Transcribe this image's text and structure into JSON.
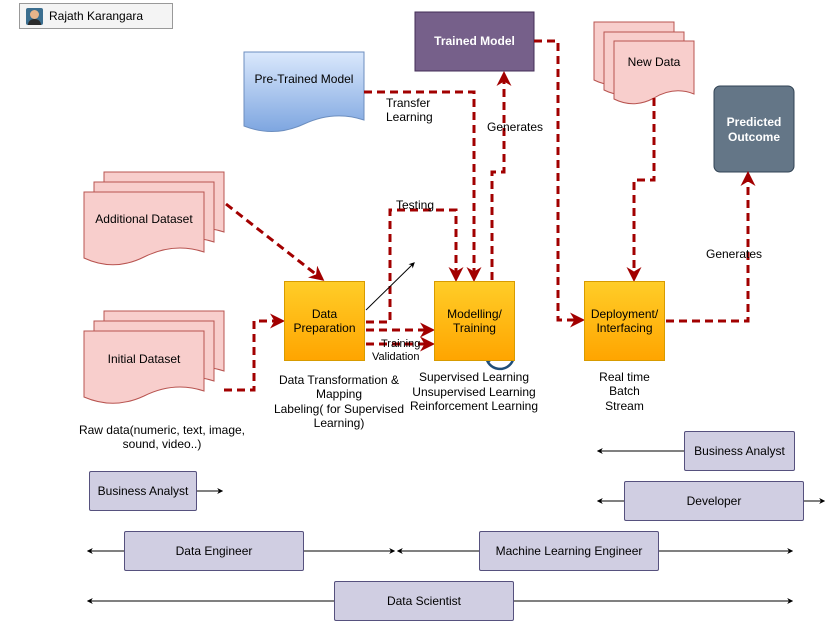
{
  "user": {
    "name": "Rajath Karangara",
    "icon": "avatar-icon"
  },
  "nodes": {
    "trained_model": "Trained Model",
    "pretrained_model": "Pre-Trained Model",
    "new_data": "New Data",
    "predicted_outcome_1": "Predicted",
    "predicted_outcome_2": "Outcome",
    "additional_dataset": "Additional Dataset",
    "initial_dataset": "Initial Dataset",
    "data_prep_1": "Data",
    "data_prep_2": "Preparation",
    "modelling_1": "Modelling/",
    "modelling_2": "Training",
    "deployment_1": "Deployment/",
    "deployment_2": "Interfacing"
  },
  "edge_labels": {
    "transfer_1": "Transfer",
    "transfer_2": "Learning",
    "generates_model": "Generates",
    "testing": "Testing",
    "training": "Training",
    "validation": "Validation",
    "generates_outcome": "Generates"
  },
  "captions": {
    "raw_1": "Raw data(numeric, text, image,",
    "raw_2": "sound, video..)",
    "prep_1": "Data Transformation &",
    "prep_2": "Mapping",
    "prep_3": "Labeling( for Supervised",
    "prep_4": "Learning)",
    "model_1": "Supervised Learning",
    "model_2": "Unsupervised Learning",
    "model_3": "Reinforcement Learning",
    "deploy_1": "Real time",
    "deploy_2": "Batch",
    "deploy_3": "Stream"
  },
  "roles": {
    "business_analyst_left": "Business Analyst",
    "business_analyst_right": "Business Analyst",
    "developer": "Developer",
    "data_engineer": "Data Engineer",
    "ml_engineer": "Machine Learning Engineer",
    "data_scientist": "Data Scientist"
  },
  "colors": {
    "arrow_red": "#a20000",
    "trained_model_fill": "#76608a",
    "predicted_fill": "#647687",
    "dataset_fill": "#f8cecc",
    "pretrained_fill": "#b5d3f0",
    "role_fill": "#d0cee2"
  },
  "icons": [
    "refresh-cycle-icon",
    "arrowhead-icon"
  ]
}
